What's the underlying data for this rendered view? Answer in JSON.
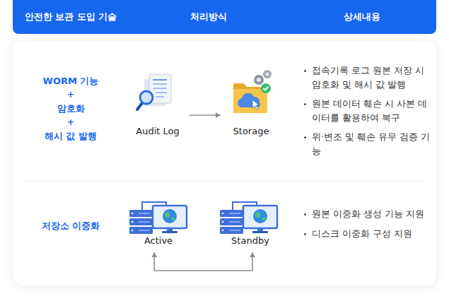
{
  "diagram": {
    "nodes": [
      {
        "text": [
          "안전한 보관 도입 기술",
          "처리방식",
          "상세내용"
        ]
      },
      {
        "text": [
          "Audit Log"
        ]
      },
      {
        "text": [
          "Storage"
        ]
      },
      {
        "text": [
          "Active"
        ]
      },
      {
        "text": [
          "Standby"
        ]
      }
    ],
    "edges": [
      {
        "from": 1,
        "to": 2,
        "arrow": "to"
      },
      {
        "from": 3,
        "to": 4,
        "arrow": "both"
      }
    ],
    "labels": [
      "WORM 기능",
      "+",
      "암호화",
      "+",
      "해시 값 발행",
      "접속기록 로그 원본 저장 시 암호화 및 해시 값 발행",
      "원본 데이터 훼손 시 사본 데이터를 활용하여 복구",
      "위·변조 및 훼손 유무 검증 기능",
      "저장소 이중화",
      "원본 이중화 생성 기능 지원",
      "디스크 이중화 구성 지원"
    ]
  }
}
